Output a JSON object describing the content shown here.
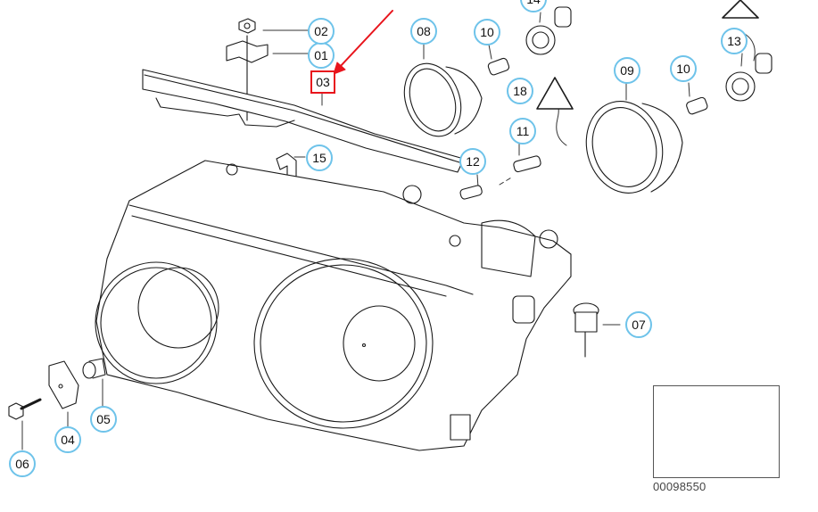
{
  "diagram": {
    "title": "Headlight assembly exploded view",
    "accent_color": "#6ec3ea",
    "highlight_color": "#e8141c",
    "selected_part": "03",
    "callouts": [
      {
        "id": "c01",
        "label": "01"
      },
      {
        "id": "c02",
        "label": "02"
      },
      {
        "id": "c03",
        "label": "03"
      },
      {
        "id": "c04",
        "label": "04"
      },
      {
        "id": "c05",
        "label": "05"
      },
      {
        "id": "c06",
        "label": "06"
      },
      {
        "id": "c07",
        "label": "07"
      },
      {
        "id": "c08",
        "label": "08"
      },
      {
        "id": "c09",
        "label": "09"
      },
      {
        "id": "c10a",
        "label": "10"
      },
      {
        "id": "c10b",
        "label": "10"
      },
      {
        "id": "c11",
        "label": "11"
      },
      {
        "id": "c12",
        "label": "12"
      },
      {
        "id": "c13",
        "label": "13"
      },
      {
        "id": "c14",
        "label": "14"
      },
      {
        "id": "c15",
        "label": "15"
      },
      {
        "id": "c18",
        "label": "18"
      }
    ],
    "thumbnail": {
      "caption": "00098550"
    }
  }
}
